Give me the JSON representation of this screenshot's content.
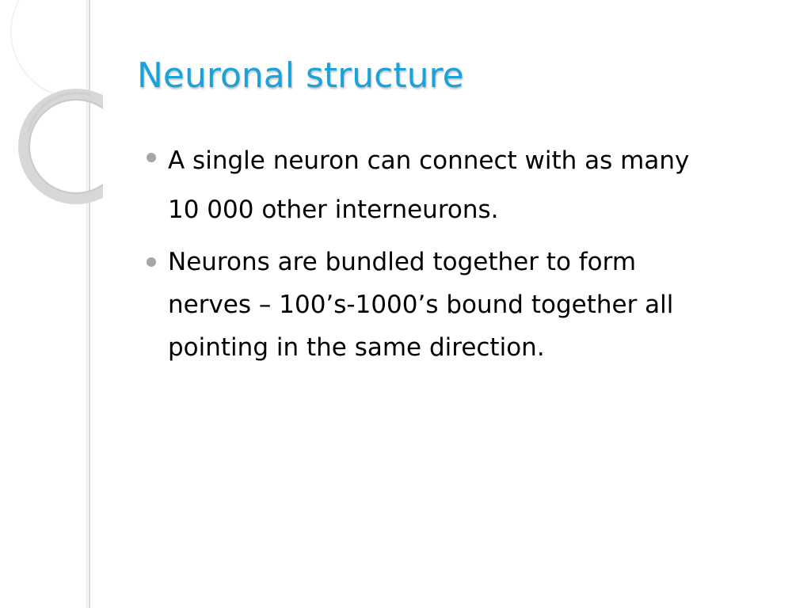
{
  "slide": {
    "title": "Neuronal structure",
    "bullets": [
      {
        "text": "A single neuron can connect with as many\n10 000 other interneurons."
      },
      {
        "text": "Neurons are bundled together to form\nnerves – 100’s-1000’s bound together all\npointing in the same direction."
      }
    ]
  },
  "colors": {
    "title": "#1aa3d9",
    "bullet_dot": "#a6a6a6",
    "text": "#000000",
    "background": "#ffffff",
    "decor_ring": "#d9d9d9"
  },
  "icons": {
    "left_decoration": "ring-ornament",
    "bullet_marker": "bullet-dot"
  }
}
